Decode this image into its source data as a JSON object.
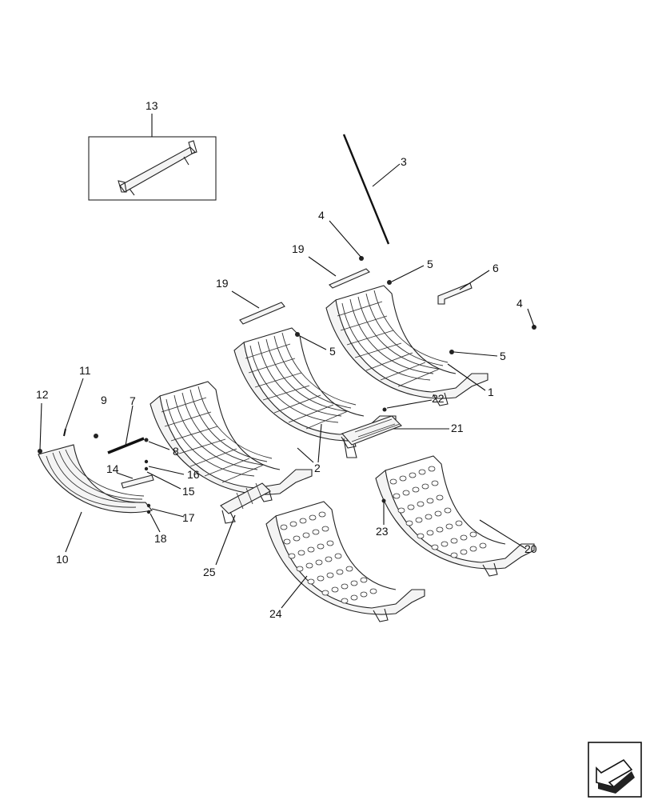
{
  "labels": {
    "l1": "1",
    "l2": "2",
    "l3": "3",
    "l4a": "4",
    "l4b": "4",
    "l5a": "5",
    "l5b": "5",
    "l5c": "5",
    "l6": "6",
    "l7": "7",
    "l8": "8",
    "l9": "9",
    "l10": "10",
    "l11": "11",
    "l12": "12",
    "l13": "13",
    "l14": "14",
    "l15": "15",
    "l16": "16",
    "l17": "17",
    "l18": "18",
    "l19a": "19",
    "l19b": "19",
    "l20": "20",
    "l21": "21",
    "l22": "22",
    "l23": "23",
    "l24": "24",
    "l25": "25"
  },
  "icons": {
    "nav": "next-page-arrow-icon"
  }
}
